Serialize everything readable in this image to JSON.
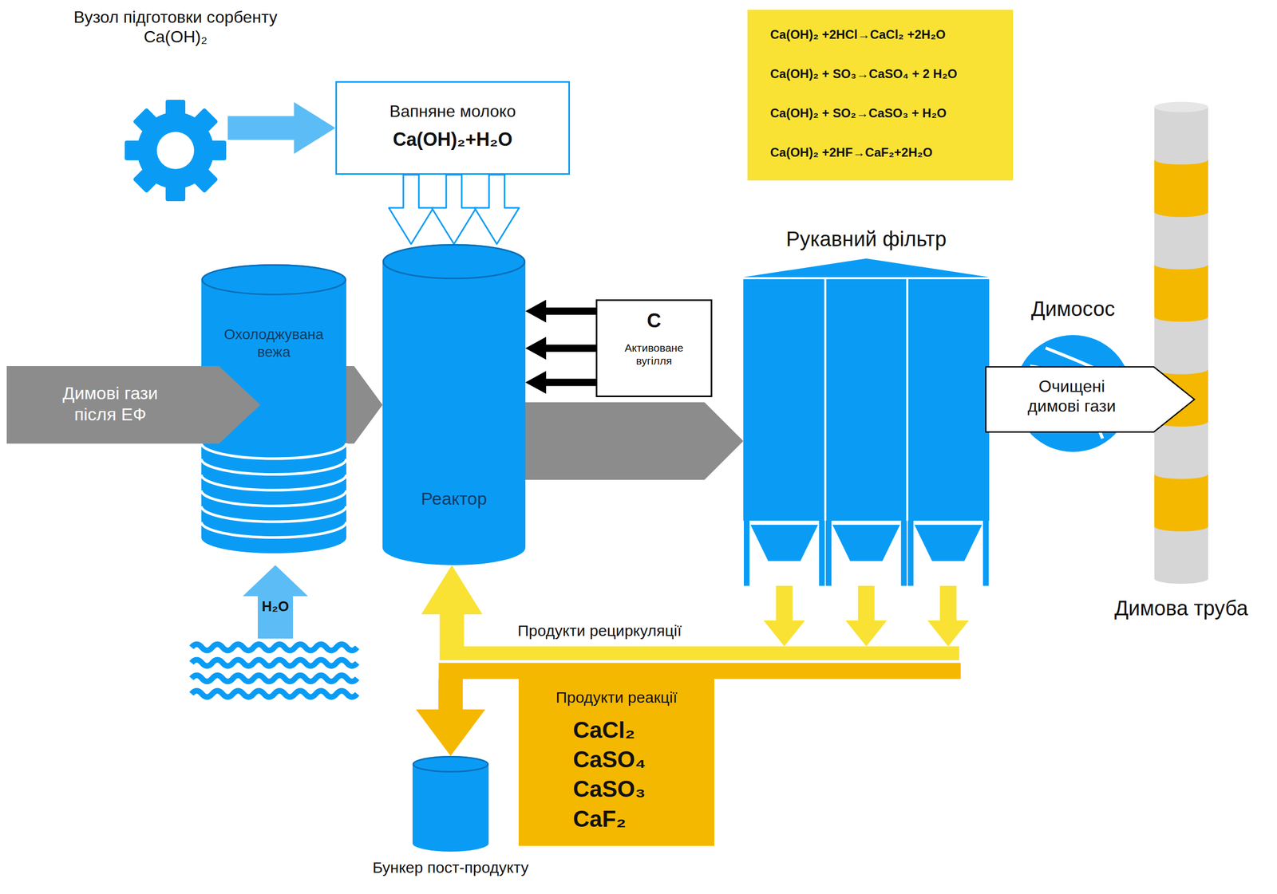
{
  "diagram": {
    "nodes": [
      {
        "text": [
          "Вузол підготовки сорбенту Ca(OH)₂"
        ]
      },
      {
        "text": [
          "Вапняне молоко",
          "Ca(OH)₂+H₂O"
        ]
      },
      {
        "text": [
          "Ca(OH)₂ +2HCl→CaCl₂ +2H₂O",
          "Ca(OH)₂ + SO₃→CaSO₄ + 2 H₂O",
          "Ca(OH)₂ + SO₂→CaSO₃ + H₂O",
          "Ca(OH)₂ +2HF→CaF₂+2H₂O"
        ]
      },
      {
        "text": [
          "Димові гази після ЕФ"
        ]
      },
      {
        "text": [
          "Охолоджувана вежа"
        ]
      },
      {
        "text": [
          "H₂O"
        ]
      },
      {
        "text": [
          "Реактор"
        ]
      },
      {
        "text": [
          "C",
          "Активоване вугілля"
        ]
      },
      {
        "text": [
          "Рукавний фільтр"
        ]
      },
      {
        "text": [
          "Димосос"
        ]
      },
      {
        "text": [
          "Очищені димові гази"
        ]
      },
      {
        "text": [
          "Димова труба"
        ]
      },
      {
        "text": [
          "Продукти реакції",
          "CaCl₂ CaSO₄ CaSO₃ CaF₂"
        ]
      },
      {
        "text": [
          "Бункер пост-продукту"
        ]
      }
    ],
    "edges": [
      {
        "from": 0,
        "to": 1,
        "arrow": "to"
      },
      {
        "from": 1,
        "to": 6,
        "arrow": "to"
      },
      {
        "from": 4,
        "to": 6,
        "arrow": "to"
      },
      {
        "from": 7,
        "to": 6,
        "arrow": "to"
      },
      {
        "from": 6,
        "to": 8,
        "arrow": "to"
      },
      {
        "from": 8,
        "to": 6,
        "label": "Продукти рециркуляції",
        "arrow": "to"
      },
      {
        "from": 8,
        "to": 13,
        "arrow": "to"
      }
    ]
  }
}
